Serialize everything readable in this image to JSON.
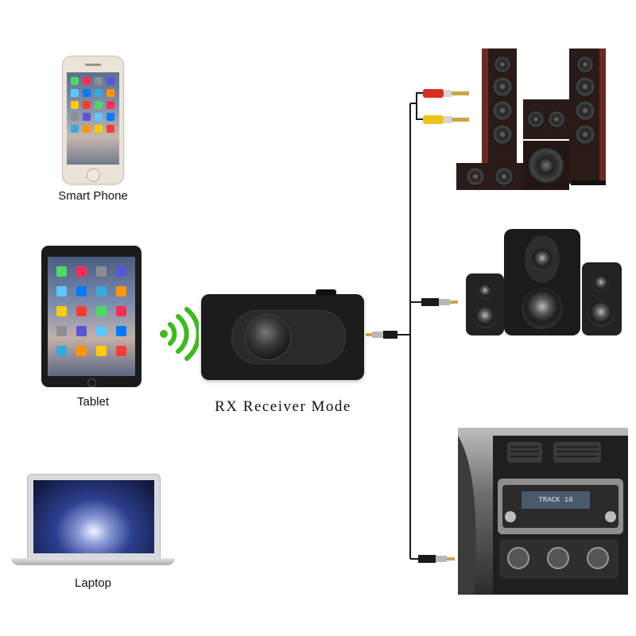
{
  "labels": {
    "phone": "Smart Phone",
    "tablet": "Tablet",
    "laptop": "Laptop",
    "mode": "RX Receiver Mode",
    "radio_display": "TRACK 10"
  },
  "colors": {
    "wifi_green": "#3dbb1f",
    "device_black": "#1c1c1c",
    "rca_red": "#d8301e",
    "rca_yellow": "#f0c218",
    "cable": "#1a1a1a"
  },
  "icons": {
    "wireless": "wifi-signal-icon",
    "aux_plug": "audio-jack-icon",
    "rca_plug": "rca-connector-icon"
  }
}
